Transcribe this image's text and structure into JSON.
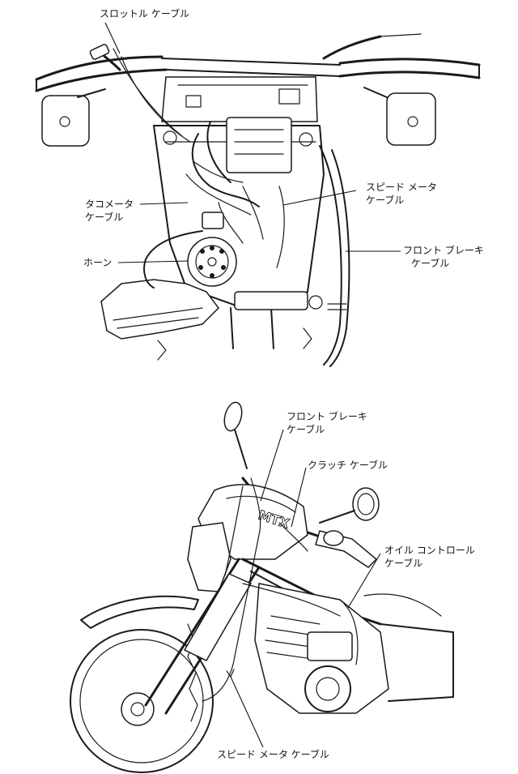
{
  "top_figure": {
    "labels": {
      "throttle_cable": "スロットル ケーブル",
      "tacho_cable_l1": "タコメータ",
      "tacho_cable_l2": "ケーブル",
      "horn": "ホーン",
      "speedo_cable_l1": "スピード メータ",
      "speedo_cable_l2": "ケーブル",
      "front_brake_l1": "フロント ブレーキ",
      "front_brake_l2": "ケーブル"
    }
  },
  "bottom_figure": {
    "labels": {
      "front_brake_l1": "フロント ブレーキ",
      "front_brake_l2": "ケーブル",
      "clutch_cable": "クラッチ ケーブル",
      "oil_control_l1": "オイル コントロール",
      "oil_control_l2": "ケーブル",
      "speedo_cable": "スピード メータ ケーブル"
    },
    "tank_logo": "MTX"
  }
}
